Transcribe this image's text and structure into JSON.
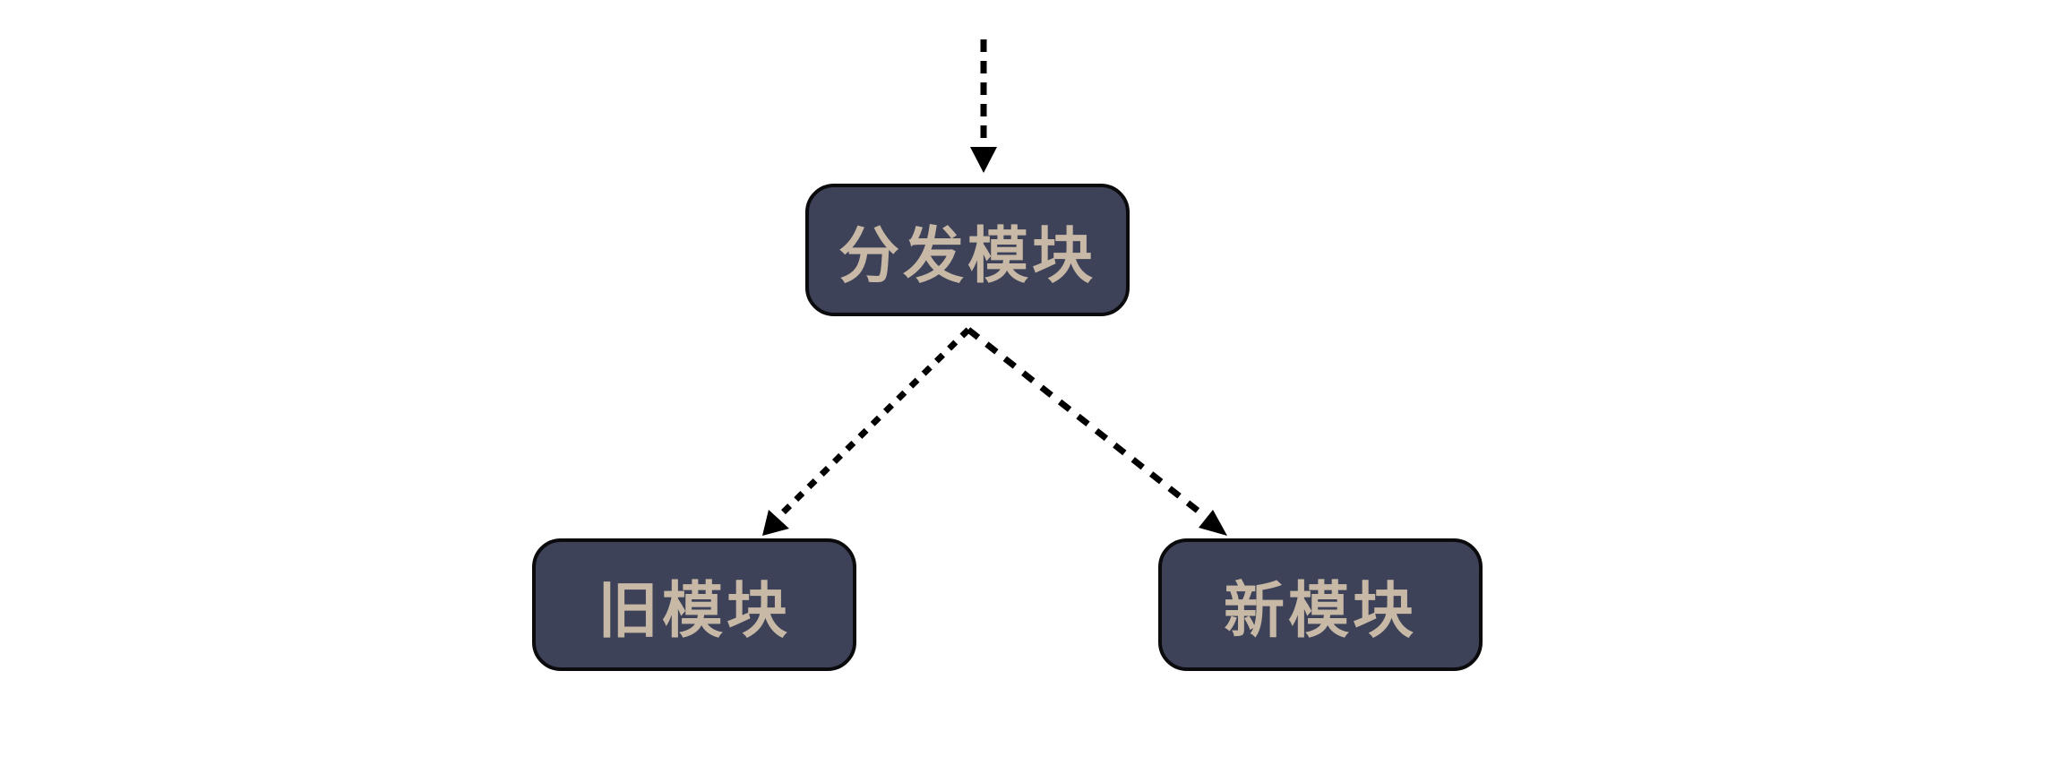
{
  "diagram": {
    "nodes": {
      "dispatch": {
        "label": "分发模块"
      },
      "old": {
        "label": "旧模块"
      },
      "new": {
        "label": "新模块"
      }
    },
    "edges": [
      {
        "from": "",
        "to": "dispatch",
        "style": "dashed"
      },
      {
        "from": "dispatch",
        "to": "old",
        "style": "dashed"
      },
      {
        "from": "dispatch",
        "to": "new",
        "style": "dashed"
      }
    ]
  },
  "colors": {
    "node_fill": "#3d4259",
    "node_border": "#0b0b0e",
    "node_text": "#c8b9a6",
    "edge": "#000000",
    "background": "#ffffff"
  }
}
